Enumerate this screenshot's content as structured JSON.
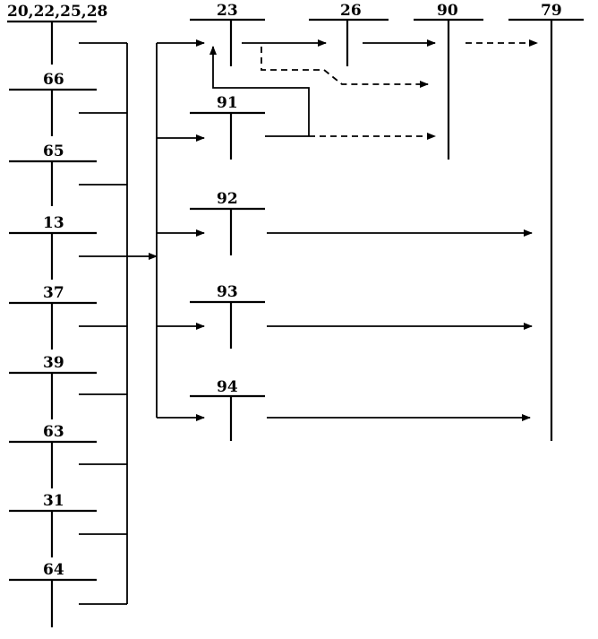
{
  "nodes": {
    "n20": {
      "label": "20,22,25,28"
    },
    "n66": {
      "label": "66"
    },
    "n65": {
      "label": "65"
    },
    "n13": {
      "label": "13"
    },
    "n37": {
      "label": "37"
    },
    "n39": {
      "label": "39"
    },
    "n63": {
      "label": "63"
    },
    "n31": {
      "label": "31"
    },
    "n64": {
      "label": "64"
    },
    "n23": {
      "label": "23"
    },
    "n26": {
      "label": "26"
    },
    "n90": {
      "label": "90"
    },
    "n79": {
      "label": "79"
    },
    "n91": {
      "label": "91"
    },
    "n92": {
      "label": "92"
    },
    "n93": {
      "label": "93"
    },
    "n94": {
      "label": "94"
    }
  },
  "colors": {
    "ink": "#000000",
    "background": "#ffffff"
  }
}
